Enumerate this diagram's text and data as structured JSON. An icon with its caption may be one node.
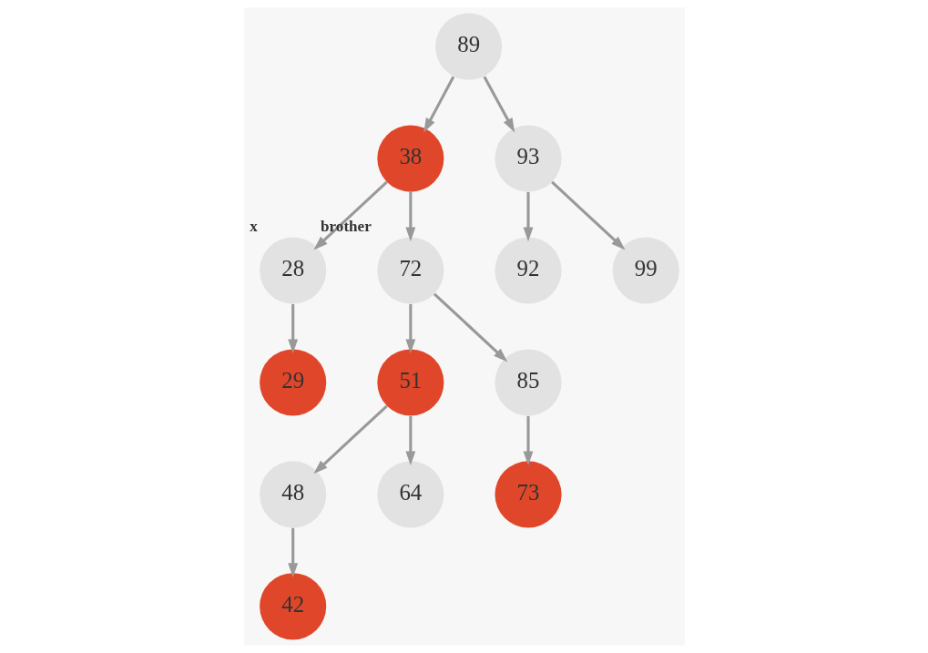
{
  "diagram": {
    "nodes": [
      {
        "text": [
          "89"
        ]
      },
      {
        "text": [
          "38"
        ]
      },
      {
        "text": [
          "93"
        ]
      },
      {
        "text": [
          "28"
        ],
        "beside": [
          "x"
        ]
      },
      {
        "text": [
          "72"
        ],
        "beside": [
          "brother"
        ]
      },
      {
        "text": [
          "92"
        ]
      },
      {
        "text": [
          "99"
        ]
      },
      {
        "text": [
          "29"
        ]
      },
      {
        "text": [
          "51"
        ]
      },
      {
        "text": [
          "85"
        ]
      },
      {
        "text": [
          "48"
        ]
      },
      {
        "text": [
          "64"
        ]
      },
      {
        "text": [
          "73"
        ]
      },
      {
        "text": [
          "42"
        ]
      }
    ],
    "edges": [
      {
        "from": 0,
        "to": 1,
        "arrow": "to"
      },
      {
        "from": 0,
        "to": 2,
        "arrow": "to"
      },
      {
        "from": 1,
        "to": 3,
        "arrow": "to"
      },
      {
        "from": 1,
        "to": 4,
        "arrow": "to"
      },
      {
        "from": 2,
        "to": 5,
        "arrow": "to"
      },
      {
        "from": 2,
        "to": 6,
        "arrow": "to"
      },
      {
        "from": 3,
        "to": 7,
        "arrow": "to"
      },
      {
        "from": 4,
        "to": 8,
        "arrow": "to"
      },
      {
        "from": 4,
        "to": 9,
        "arrow": "to"
      },
      {
        "from": 8,
        "to": 10,
        "arrow": "to"
      },
      {
        "from": 8,
        "to": 11,
        "arrow": "to"
      },
      {
        "from": 9,
        "to": 12,
        "arrow": "to"
      },
      {
        "from": 10,
        "to": 13,
        "arrow": "to"
      }
    ]
  }
}
